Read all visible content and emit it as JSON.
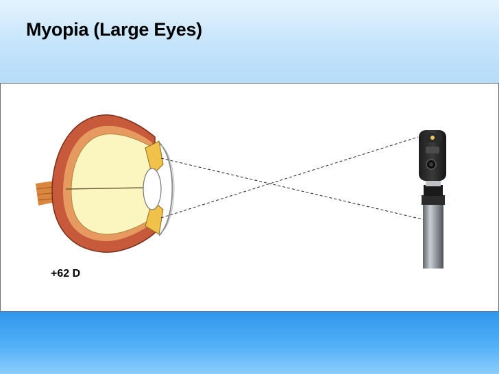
{
  "slide": {
    "title": "Myopia (Large Eyes)"
  },
  "diagram": {
    "eye_power_label": "+62 D"
  },
  "colors": {
    "top_band": "#c4e4fb",
    "bottom_band": "#3fa2f1",
    "sclera": "#c65a3a",
    "vitreous": "#fbf6c0",
    "iris": "#f0c24a",
    "scope_body": "#8d9298"
  },
  "icons": [
    "eye-cross-section-illustration",
    "ophthalmoscope-illustration"
  ]
}
